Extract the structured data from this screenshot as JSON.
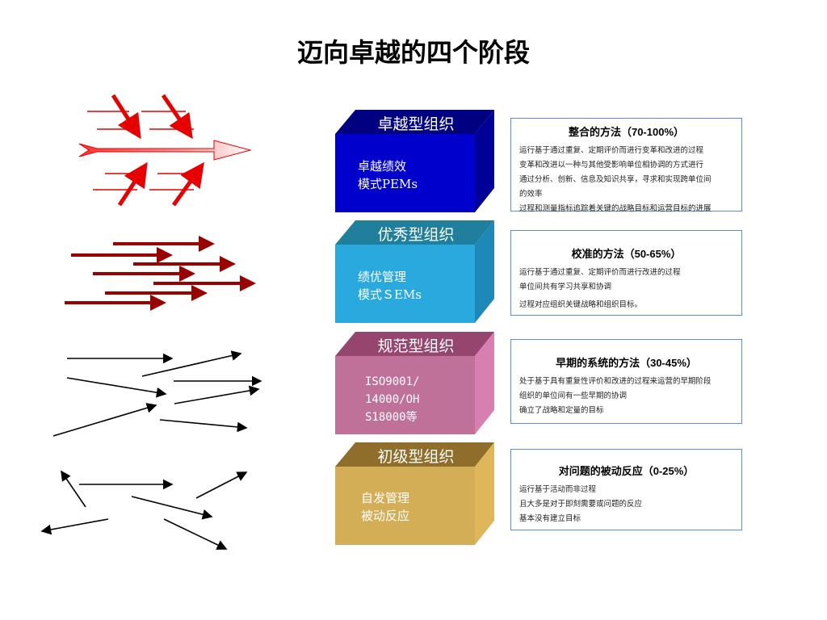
{
  "title": "迈向卓越的四个阶段",
  "stages": [
    {
      "name": "卓越型组织",
      "front": [
        "卓越绩效",
        "模式PEMs"
      ],
      "color_front": "#0000cc",
      "color_top": "#000080",
      "color_side": "#000099",
      "box_title": "整合的方法（70-100%）",
      "box_lines": [
        "运行基于通过重复、定期评价而进行变革和改进的过程",
        "变革和改进以一种与其他受影响单位相协调的方式进行",
        "通过分析、创新、信息及知识共享，寻求和实现跨单位间",
        "的效率",
        "过程和测量指标追踪着关键的战略目标和运营目标的进展"
      ]
    },
    {
      "name": "优秀型组织",
      "front": [
        "绩优管理",
        "模式ＳEMs"
      ],
      "color_front": "#29a9dd",
      "color_top": "#1f7f9c",
      "color_side": "#1e88b8",
      "box_title": "校准的方法（50-65%）",
      "box_lines": [
        "运行基于通过重复、定期评价而进行改进的过程",
        "单位间共有学习共享和协调",
        "过程对应组织关键战略和组织目标。"
      ]
    },
    {
      "name": "规范型组织",
      "front": [
        "ISO9001/",
        "14000/OH",
        "S18000等"
      ],
      "color_front": "#c07199",
      "color_top": "#96466e",
      "color_side": "#d77fb0",
      "box_title": "早期的系统的方法（30-45%）",
      "box_lines": [
        "处于基于具有重复性评价和改进的过程来运营的早期阶段",
        "组织的单位间有一些早期的协调",
        "确立了战略和定量的目标"
      ]
    },
    {
      "name": "初级型组织",
      "front": [
        "自发管理",
        "被动反应"
      ],
      "color_front": "#d4ad57",
      "color_top": "#8f6d2a",
      "color_side": "#e0b65a",
      "box_title": "对问题的被动反应（0-25%）",
      "box_lines": [
        "运行基于活动而非过程",
        "且大多是对于即刻需要或问题的反应",
        "基本没有建立目标"
      ]
    }
  ]
}
